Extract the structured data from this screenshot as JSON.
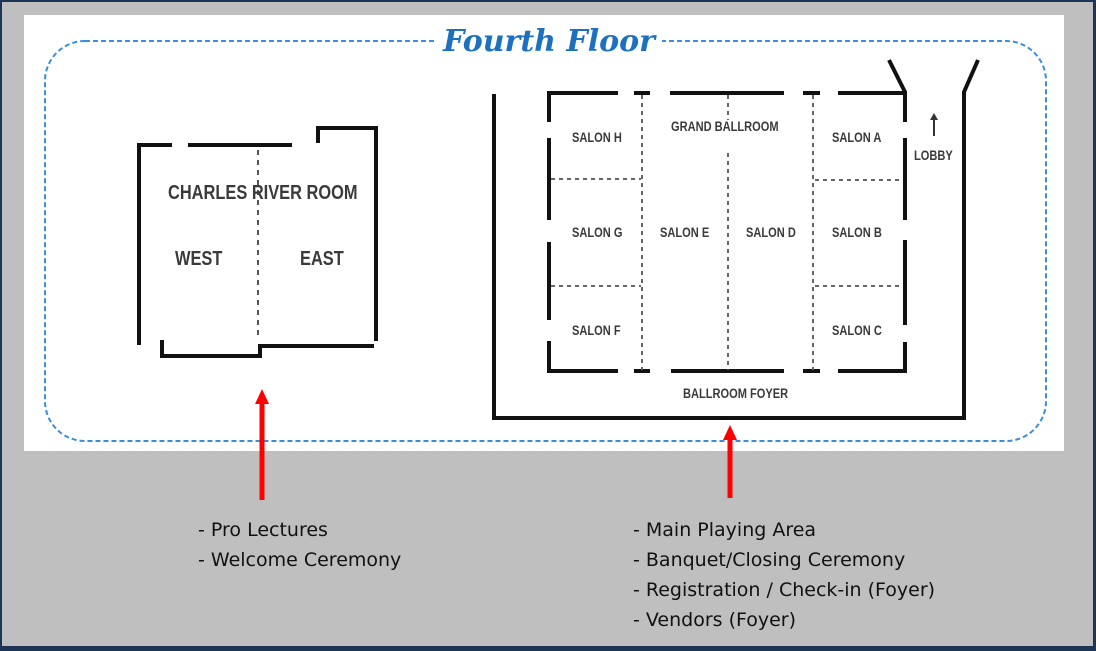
{
  "title": "Fourth Floor",
  "colors": {
    "frame_border": "#1f3556",
    "background": "#bfbfbf",
    "panel": "#ffffff",
    "title_blue": "#1b70c0",
    "dashed_outline": "#3a8fd8",
    "arrow": "#ff0000",
    "walls": "#111111"
  },
  "charles_river": {
    "name": "CHARLES RIVER ROOM",
    "west": "WEST",
    "east": "EAST",
    "uses": [
      "- Pro Lectures",
      "- Welcome Ceremony"
    ]
  },
  "ballroom": {
    "salon_h": "SALON H",
    "grand": "GRAND BALLROOM",
    "salon_a": "SALON A",
    "lobby": "LOBBY",
    "salon_g": "SALON G",
    "salon_e": "SALON E",
    "salon_d": "SALON D",
    "salon_b": "SALON B",
    "salon_f": "SALON F",
    "salon_c": "SALON C",
    "foyer": "BALLROOM FOYER",
    "uses": [
      "- Main Playing Area",
      "- Banquet/Closing Ceremony",
      "- Registration / Check-in (Foyer)",
      "- Vendors (Foyer)"
    ]
  }
}
